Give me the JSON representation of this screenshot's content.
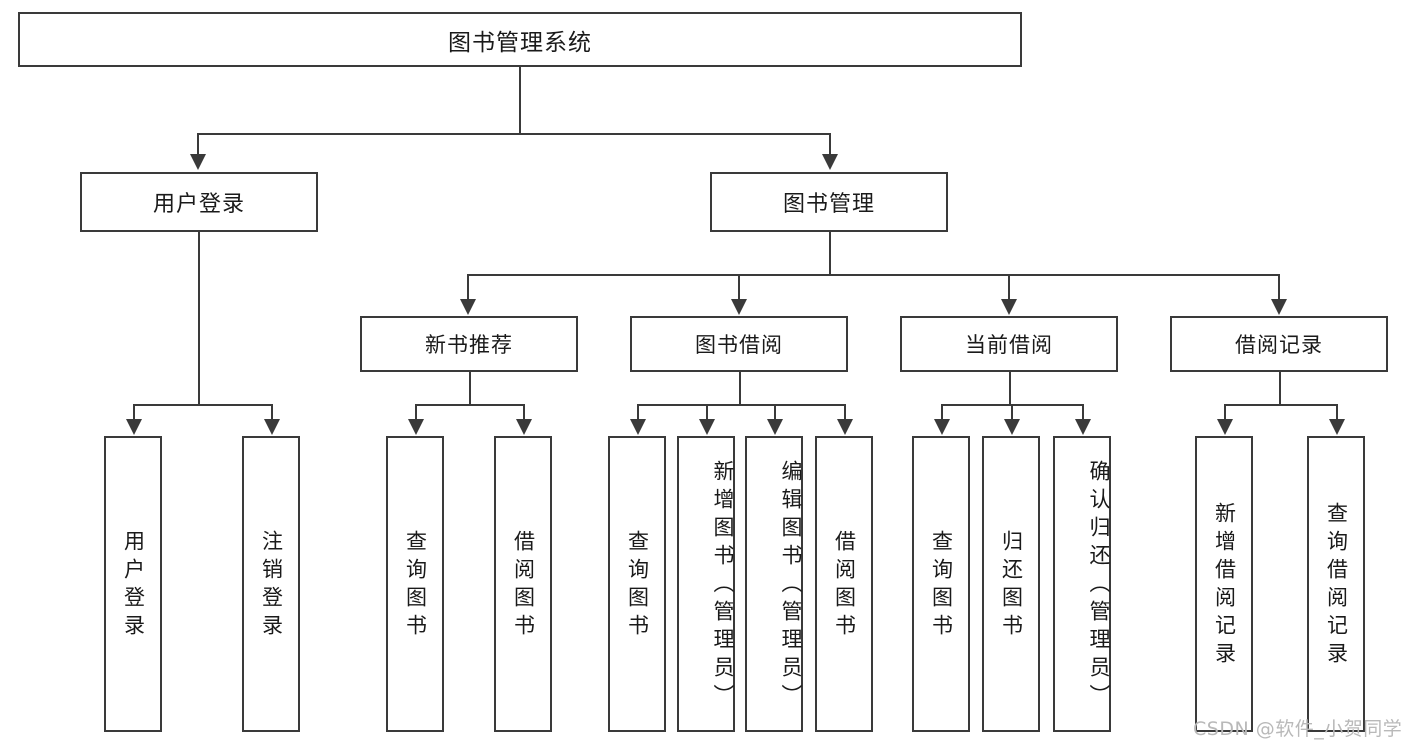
{
  "diagram": {
    "title": "图书管理系统",
    "type": "tree",
    "root": {
      "label": "图书管理系统"
    },
    "level2": [
      {
        "label": "用户登录"
      },
      {
        "label": "图书管理"
      }
    ],
    "level3": [
      {
        "label": "新书推荐"
      },
      {
        "label": "图书借阅"
      },
      {
        "label": "当前借阅"
      },
      {
        "label": "借阅记录"
      }
    ],
    "leaves": {
      "user_login": [
        {
          "label": "用户登录"
        },
        {
          "label": "注销登录"
        }
      ],
      "new_book": [
        {
          "label": "查询图书"
        },
        {
          "label": "借阅图书"
        }
      ],
      "book_borrow": [
        {
          "label": "查询图书"
        },
        {
          "label": "新增图书（管理员）"
        },
        {
          "label": "编辑图书（管理员）"
        },
        {
          "label": "借阅图书"
        }
      ],
      "current_borrow": [
        {
          "label": "查询图书"
        },
        {
          "label": "归还图书"
        },
        {
          "label": "确认归还（管理员）"
        }
      ],
      "borrow_record": [
        {
          "label": "新增借阅记录"
        },
        {
          "label": "查询借阅记录"
        }
      ]
    }
  },
  "watermark": {
    "text": "CSDN @软件_小贺同学"
  },
  "colors": {
    "stroke": "#3a3a3a",
    "fill": "#ffffff",
    "text": "#1a1a1a",
    "watermark": "#b9b9b9"
  }
}
